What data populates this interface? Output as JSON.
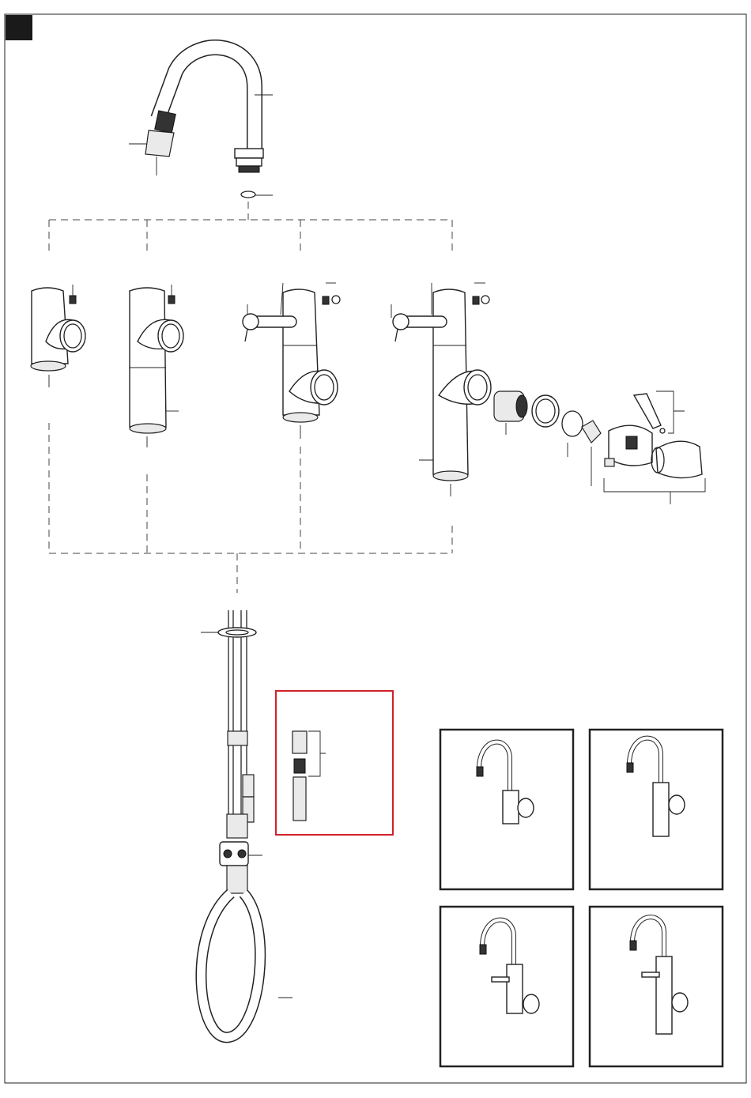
{
  "diagram": {
    "labels": [],
    "highlight_color": "#d0202a",
    "corner_tab_color": "#1a1a1a",
    "variant_panels": [
      {
        "name": "variant-1"
      },
      {
        "name": "variant-2"
      },
      {
        "name": "variant-3"
      },
      {
        "name": "variant-4"
      }
    ]
  }
}
